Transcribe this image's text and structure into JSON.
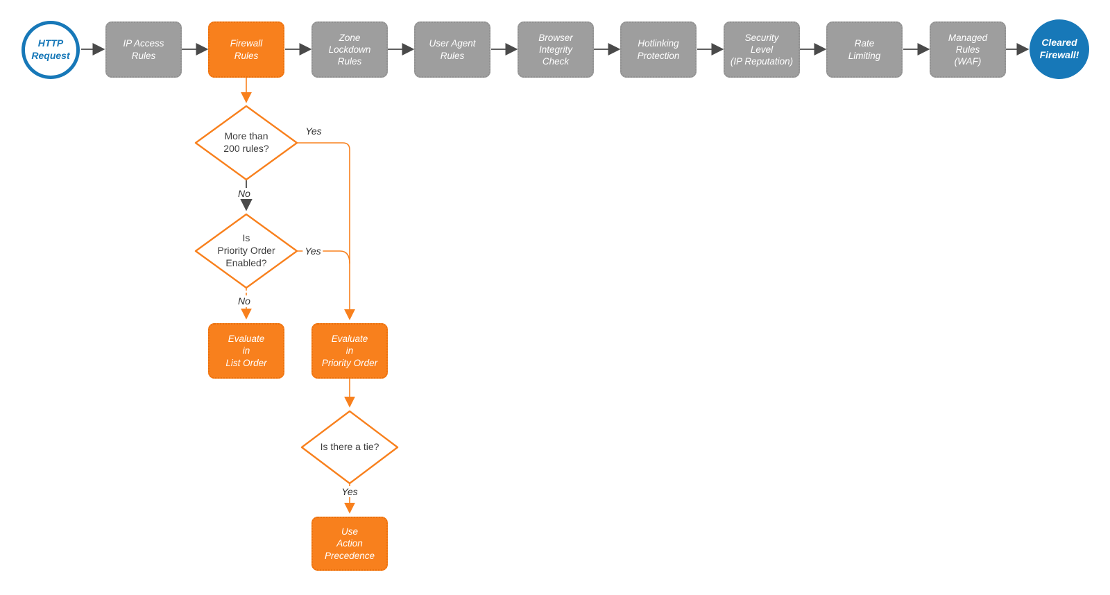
{
  "colors": {
    "orange": "#f8801d",
    "blue": "#1778b8",
    "grayBox": "#9e9e9e",
    "grayBoxBorder": "#8f8f8f",
    "arrow": "#4a4a4a",
    "textDark": "#3d3d3d",
    "labelDark": "#2e2e2e"
  },
  "flow": {
    "start": {
      "label": "HTTP\nRequest"
    },
    "pipeline": [
      {
        "label": "IP Access\nRules",
        "style": "gray"
      },
      {
        "label": "Firewall\nRules",
        "style": "orange"
      },
      {
        "label": "Zone\nLockdown\nRules",
        "style": "gray"
      },
      {
        "label": "User Agent\nRules",
        "style": "gray"
      },
      {
        "label": "Browser\nIntegrity\nCheck",
        "style": "gray"
      },
      {
        "label": "Hotlinking\nProtection",
        "style": "gray"
      },
      {
        "label": "Security\nLevel\n(IP Reputation)",
        "style": "gray"
      },
      {
        "label": "Rate\nLimiting",
        "style": "gray"
      },
      {
        "label": "Managed\nRules\n(WAF)",
        "style": "gray"
      }
    ],
    "end": {
      "label": "Cleared\nFirewall!"
    },
    "decisions": [
      {
        "label": "More than\n200 rules?",
        "yes_label": "Yes",
        "no_label": "No"
      },
      {
        "label": "Is\nPriority Order\nEnabled?",
        "yes_label": "Yes",
        "no_label": "No"
      },
      {
        "label": "Is there a tie?",
        "yes_label": "Yes"
      }
    ],
    "actions": [
      {
        "label": "Evaluate\nin\nList Order"
      },
      {
        "label": "Evaluate\nin\nPriority Order"
      },
      {
        "label": "Use\nAction\nPrecedence"
      }
    ]
  }
}
